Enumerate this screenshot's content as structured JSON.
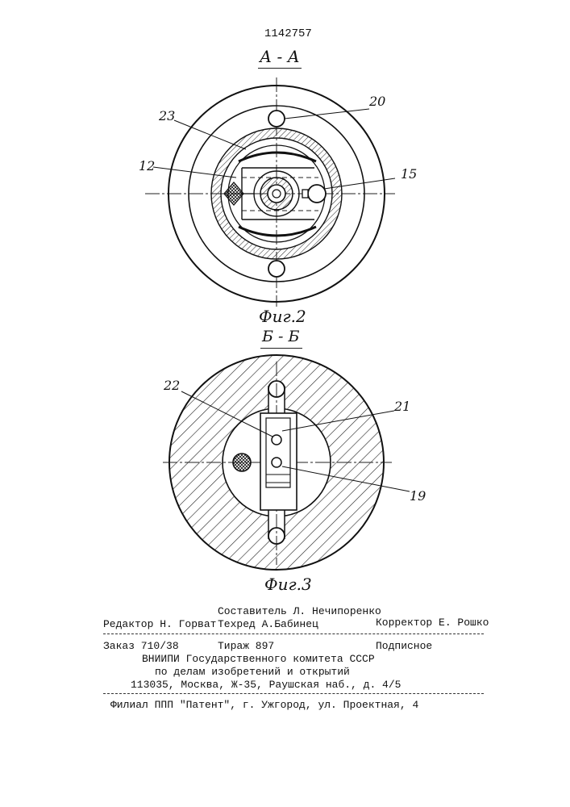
{
  "header": {
    "patent_number": "1142757"
  },
  "figure2": {
    "section_label": "А - А",
    "caption": "Фиг.2",
    "labels": {
      "l20": "20",
      "l23": "23",
      "l12": "12",
      "l15": "15"
    }
  },
  "figure3": {
    "section_label": "Б - Б",
    "caption": "Фиг.3",
    "labels": {
      "l22": "22",
      "l21": "21",
      "l19": "19"
    }
  },
  "colophon": {
    "compiler": "Составитель Л. Нечипоренко",
    "editor": "Редактор Н. Горват",
    "techred": "Техред А.Бабинец",
    "corrector": "Корректор Е. Рошко",
    "order": "Заказ 710/38",
    "circulation": "Тираж 897",
    "subscription": "Подписное",
    "org_line1": "ВНИИПИ Государственного комитета СССР",
    "org_line2": "по делам изобретений и открытий",
    "address": "113035, Москва, Ж-35, Раушская наб., д. 4/5",
    "branch": "Филиал ППП \"Патент\", г. Ужгород, ул. Проектная, 4"
  }
}
